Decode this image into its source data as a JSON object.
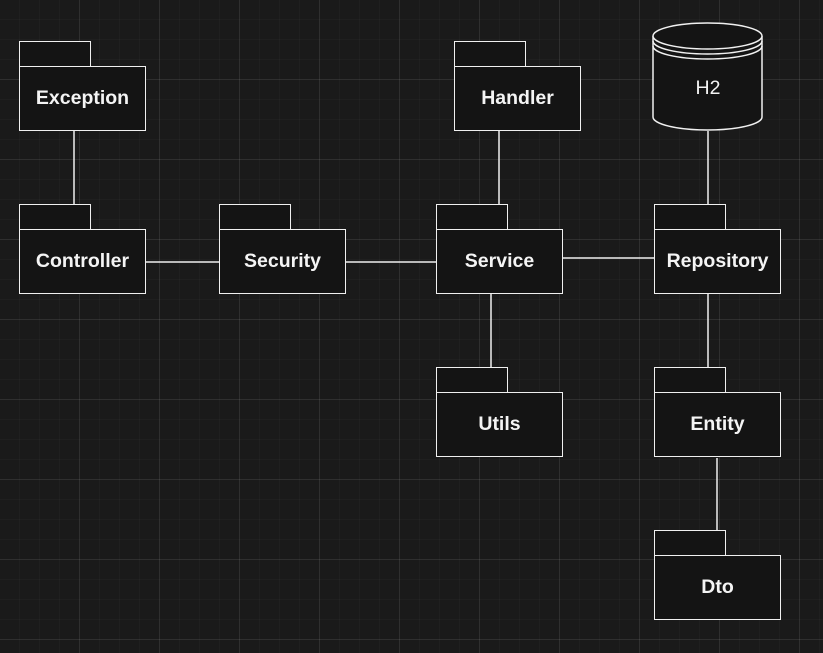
{
  "diagram": {
    "packages": {
      "exception": "Exception",
      "controller": "Controller",
      "security": "Security",
      "service": "Service",
      "handler": "Handler",
      "utils": "Utils",
      "repository": "Repository",
      "entity": "Entity",
      "dto": "Dto"
    },
    "database": {
      "label": "H2"
    },
    "connections": [
      [
        "exception",
        "controller"
      ],
      [
        "controller",
        "security"
      ],
      [
        "security",
        "service"
      ],
      [
        "service",
        "handler"
      ],
      [
        "service",
        "utils"
      ],
      [
        "service",
        "repository"
      ],
      [
        "repository",
        "database"
      ],
      [
        "repository",
        "entity"
      ],
      [
        "entity",
        "dto"
      ]
    ],
    "colors": {
      "background": "#1a1a1a",
      "stroke": "#f0f0f0",
      "fill": "#141414",
      "text": "#f4f4f4"
    }
  }
}
